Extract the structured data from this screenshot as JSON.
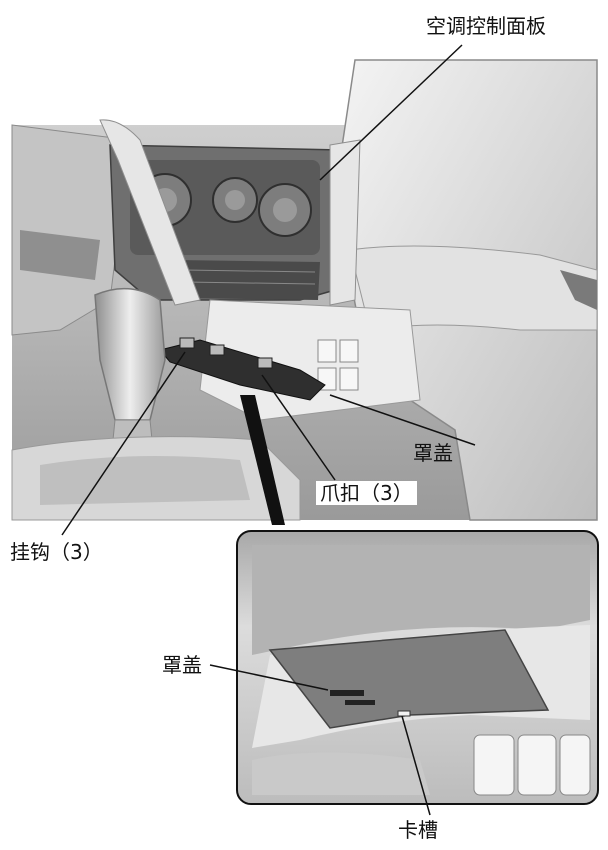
{
  "labels": {
    "ac_control_panel": "空调控制面板",
    "cover_top": "罩盖",
    "claw_clip": "爪扣（3）",
    "hook": "挂钩（3）",
    "cover_detail": "罩盖",
    "slot": "卡槽"
  }
}
